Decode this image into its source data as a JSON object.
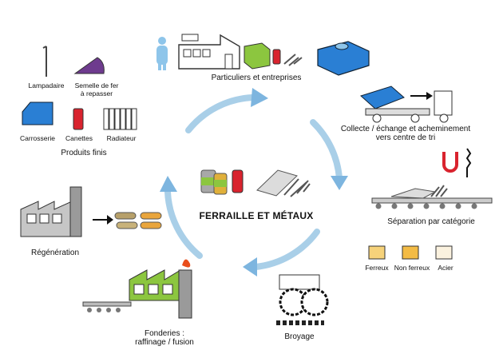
{
  "center": {
    "title": "FERRAILLE ET MÉTAUX"
  },
  "stages": {
    "sources": "Particuliers et entreprises",
    "collect": "Collecte / échange et acheminement\nvers centre de tri",
    "sort": "Séparation par catégorie",
    "crush": "Broyage",
    "foundry": "Fonderies :\nraffinage / fusion",
    "regen": "Régénération"
  },
  "products": {
    "title": "Produits finis",
    "items": [
      "Lampadaire",
      "Semelle de fer\nà repasser",
      "Carrosserie",
      "Canettes",
      "Radiateur"
    ]
  },
  "categories": [
    "Ferreux",
    "Non ferreux",
    "Acier"
  ],
  "colors": {
    "cycle_arrow": "#a9cfe8",
    "cycle_arrow_dark": "#6fa9d6",
    "blue": "#2a7fd4",
    "green": "#8cc63f",
    "red": "#d9232e",
    "gold": "#e9a53c",
    "gray": "#9a9a9a",
    "purple": "#6e3b8e"
  }
}
